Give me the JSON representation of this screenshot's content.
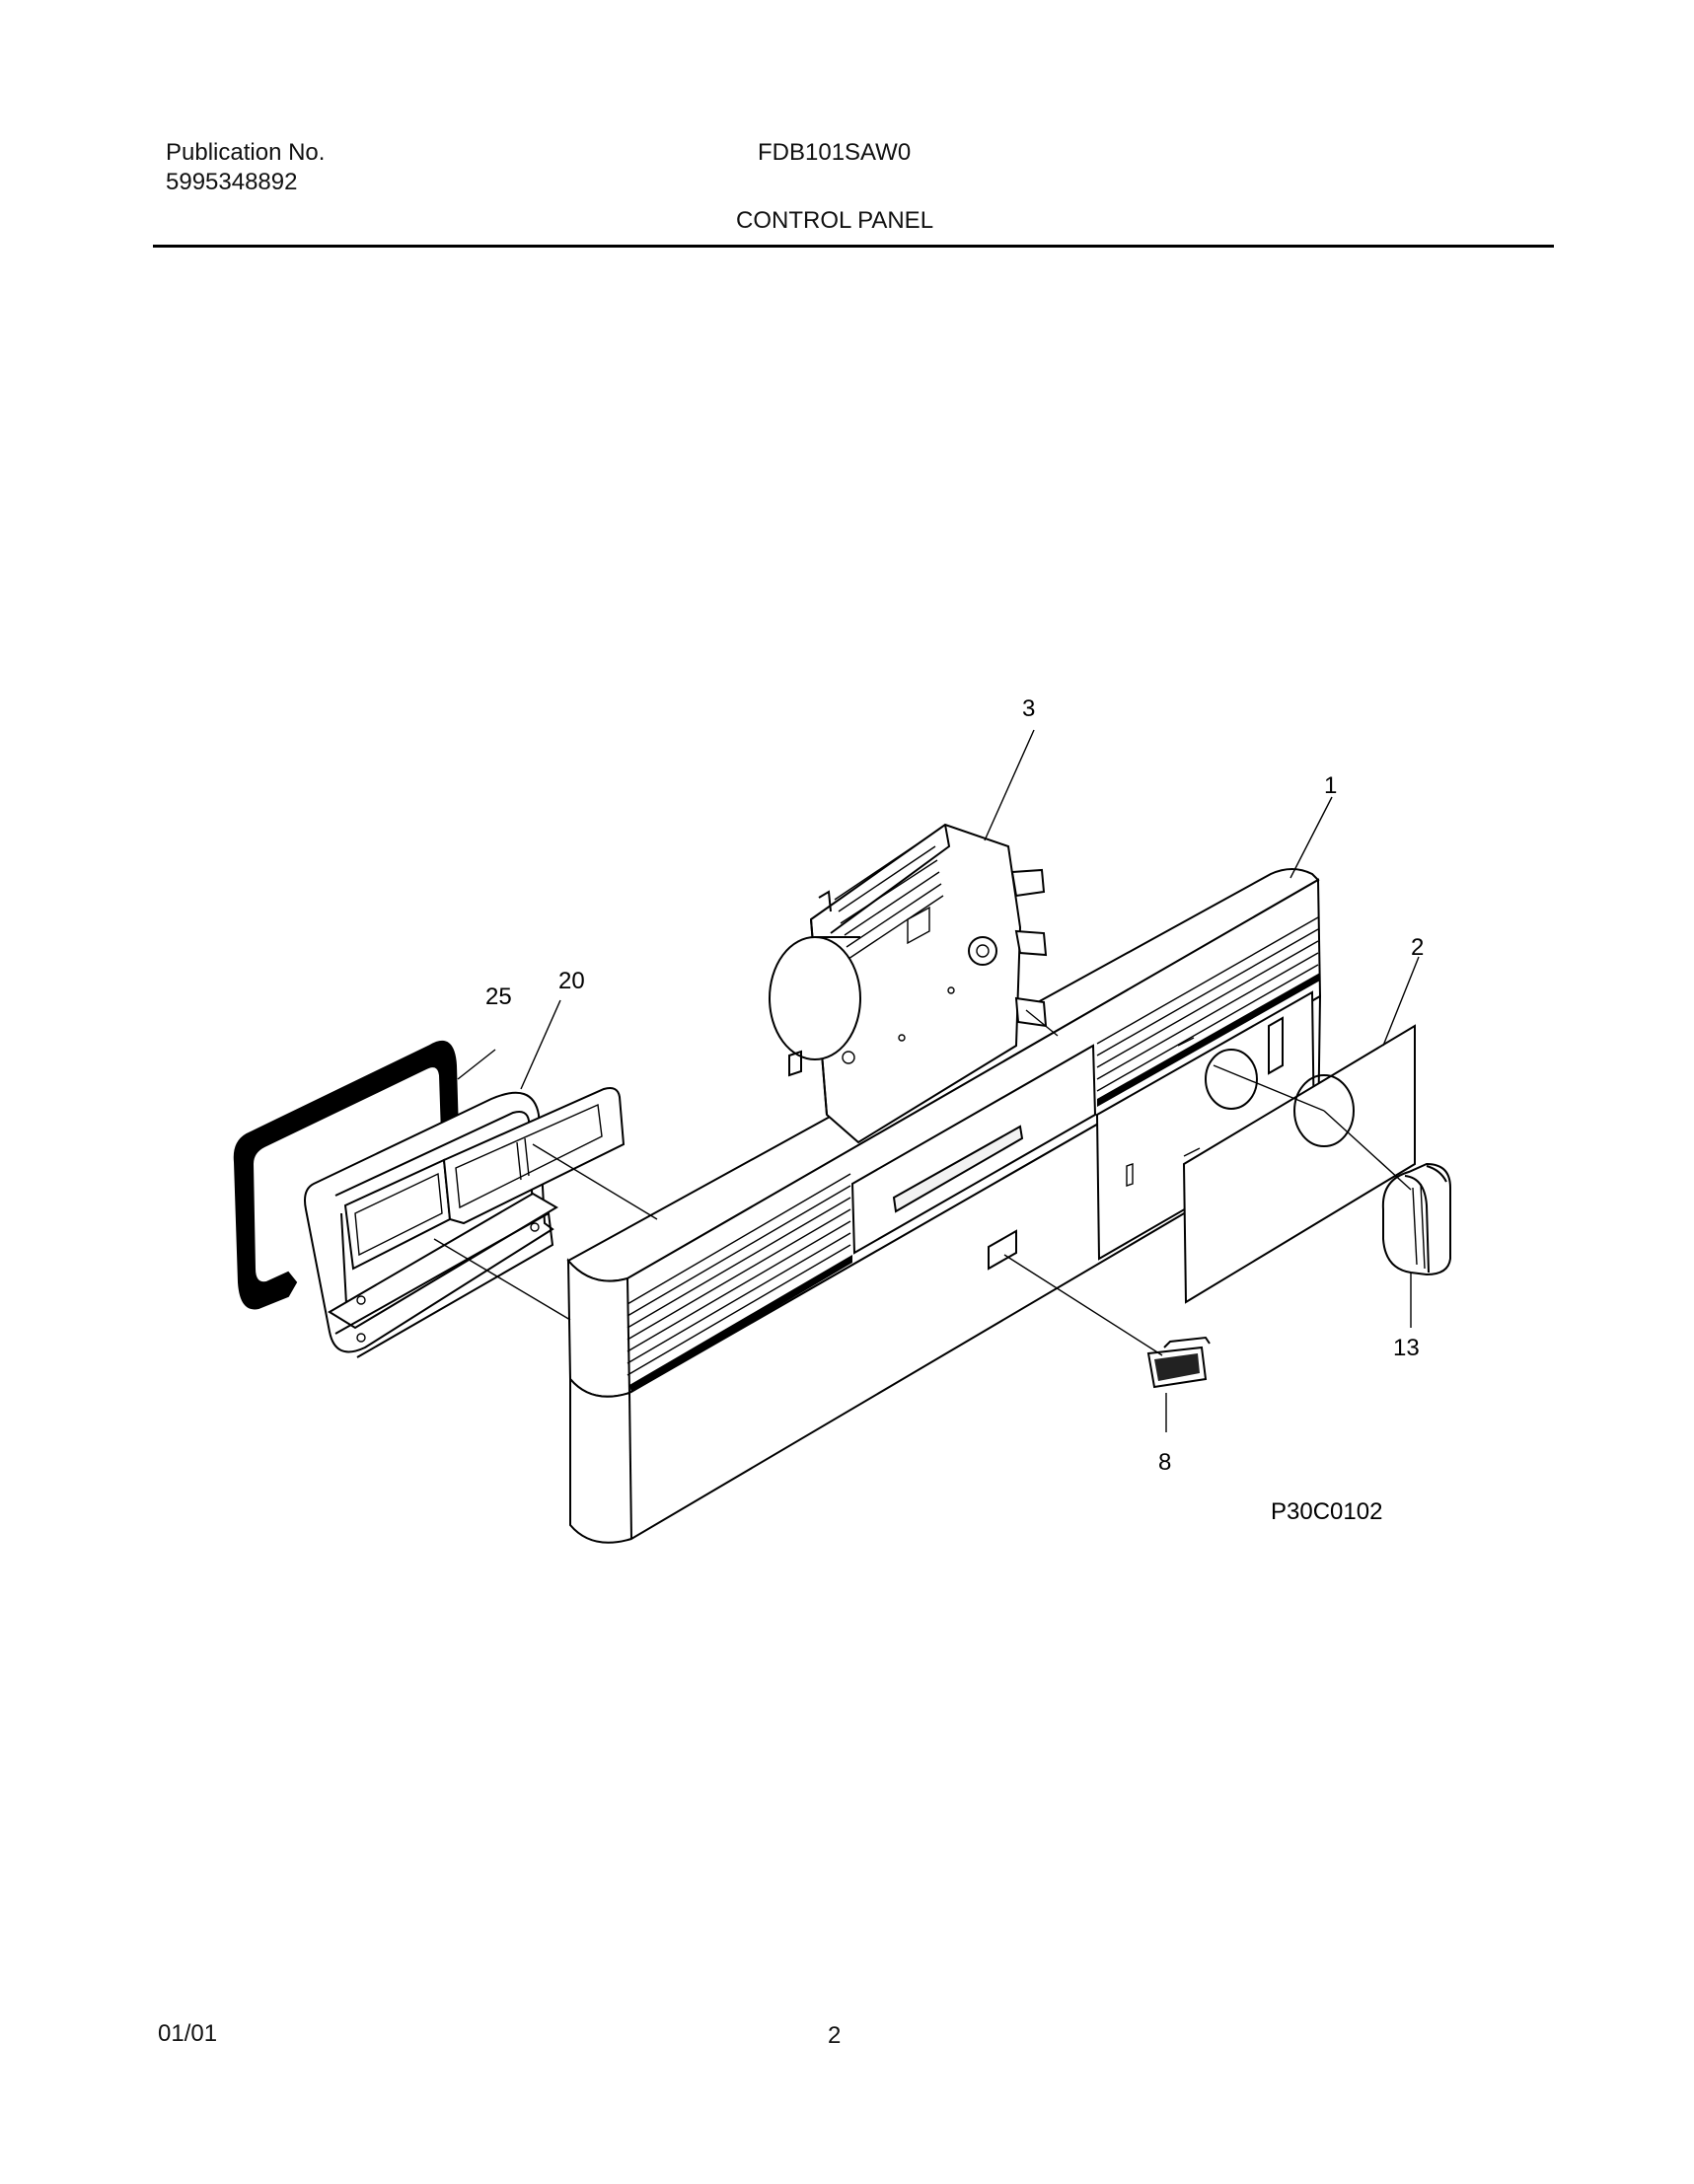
{
  "header": {
    "publication_label": "Publication No.",
    "publication_number": "5995348892",
    "model": "FDB101SAW0",
    "section_title": "CONTROL PANEL"
  },
  "diagram": {
    "drawing_code": "P30C0102",
    "callouts": {
      "c1": "1",
      "c2": "2",
      "c3": "3",
      "c8": "8",
      "c13": "13",
      "c20": "20",
      "c25": "25"
    }
  },
  "footer": {
    "date": "01/01",
    "page": "2"
  }
}
